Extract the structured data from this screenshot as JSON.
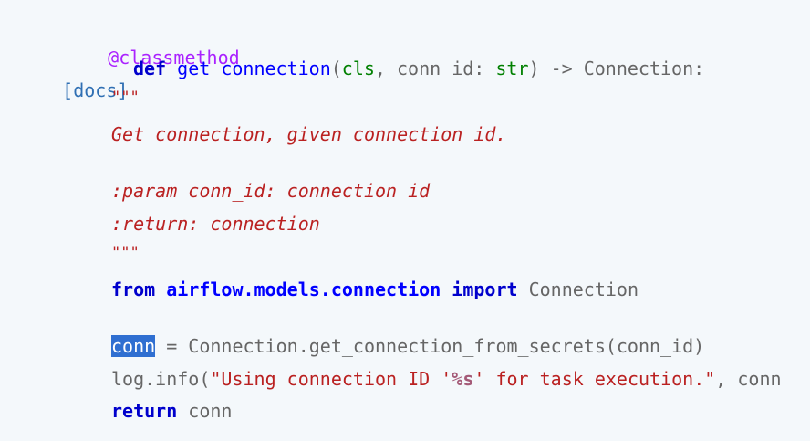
{
  "code": {
    "docs_link": "[docs]",
    "decorator": "@classmethod",
    "def_kw": "def",
    "func_name": "get_connection",
    "paren_open": "(",
    "param_cls": "cls",
    "sep1": ", ",
    "param_conn_id": "conn_id: ",
    "type_str": "str",
    "sig_end": ") -> Connection:",
    "doc_open": "\"\"\"",
    "doc_line1": "Get connection, given connection id.",
    "doc_param": ":param conn_id: connection id",
    "doc_return": ":return: connection",
    "doc_close": "\"\"\"",
    "from_kw": "from",
    "module": "airflow.models.connection",
    "import_kw": "import",
    "import_name": "Connection",
    "var_conn": "conn",
    "assign_rest": " = Connection.get_connection_from_secrets(conn_id)",
    "log_call": "log.info(",
    "str_part1": "\"Using connection ID '",
    "str_fmt": "%s",
    "str_part2": "' for task execution.\"",
    "log_rest": ", conn",
    "return_kw": "return",
    "return_val": "conn"
  }
}
